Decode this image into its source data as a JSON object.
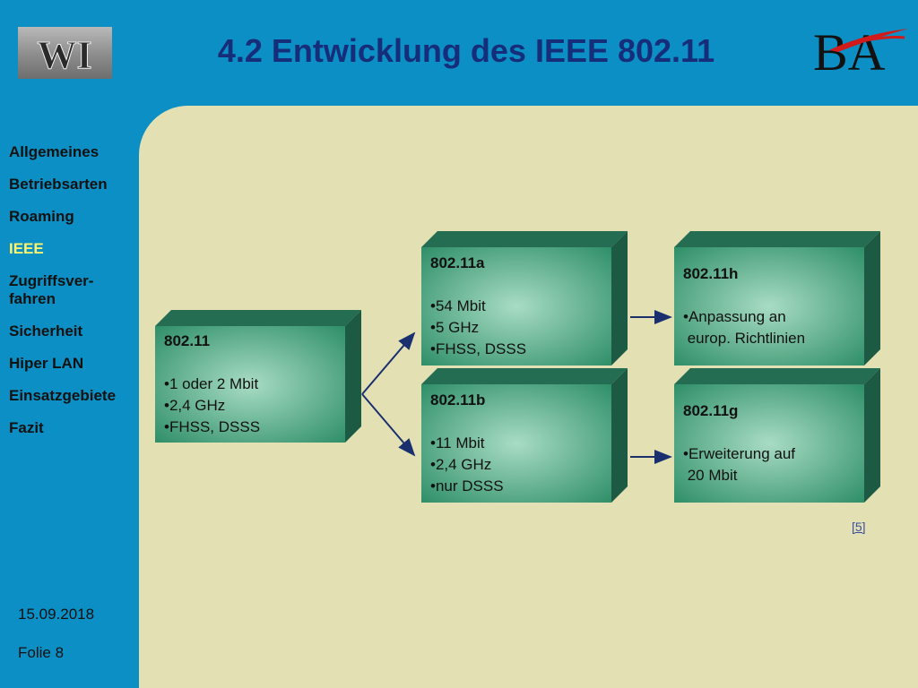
{
  "header": {
    "title": "4.2 Entwicklung des IEEE 802.11",
    "logo_left_text": "WI",
    "logo_right_text": "BA"
  },
  "sidebar": {
    "items": [
      {
        "label": "Allgemeines",
        "active": false
      },
      {
        "label": "Betriebsarten",
        "active": false
      },
      {
        "label": "Roaming",
        "active": false
      },
      {
        "label": "IEEE",
        "active": true
      },
      {
        "label": "Zugriffsver-\nfahren",
        "active": false
      },
      {
        "label": "Sicherheit",
        "active": false
      },
      {
        "label": "Hiper LAN",
        "active": false
      },
      {
        "label": "Einsatzgebiete",
        "active": false
      },
      {
        "label": "Fazit",
        "active": false
      }
    ]
  },
  "footer": {
    "date": "15.09.2018",
    "slide": "Folie 8"
  },
  "diagram": {
    "boxes": [
      {
        "id": "base",
        "title": "802.11",
        "lines": [
          "•1 oder 2 Mbit",
          "•2,4 GHz",
          "•FHSS, DSSS"
        ]
      },
      {
        "id": "a",
        "title": "802.11a",
        "lines": [
          "•54 Mbit",
          "•5 GHz",
          "•FHSS, DSSS"
        ]
      },
      {
        "id": "b",
        "title": "802.11b",
        "lines": [
          "•11 Mbit",
          "•2,4 GHz",
          "•nur DSSS"
        ]
      },
      {
        "id": "h",
        "title": "802.11h",
        "lines": [
          "•Anpassung an",
          " europ. Richtlinien"
        ]
      },
      {
        "id": "g",
        "title": "802.11g",
        "lines": [
          "•Erweiterung auf",
          " 20 Mbit"
        ]
      }
    ],
    "reference": "[5]"
  },
  "colors": {
    "background_blue": "#0c8fc4",
    "content_beige": "#e3e1b4",
    "title_navy": "#162d7a",
    "nav_active": "#fff46b",
    "box_front_edge": "#2f8f68",
    "box_front_center": "#a8dcc4",
    "box_top": "#256d52",
    "box_side": "#1d5a43",
    "arrow": "#1a2f6e"
  }
}
